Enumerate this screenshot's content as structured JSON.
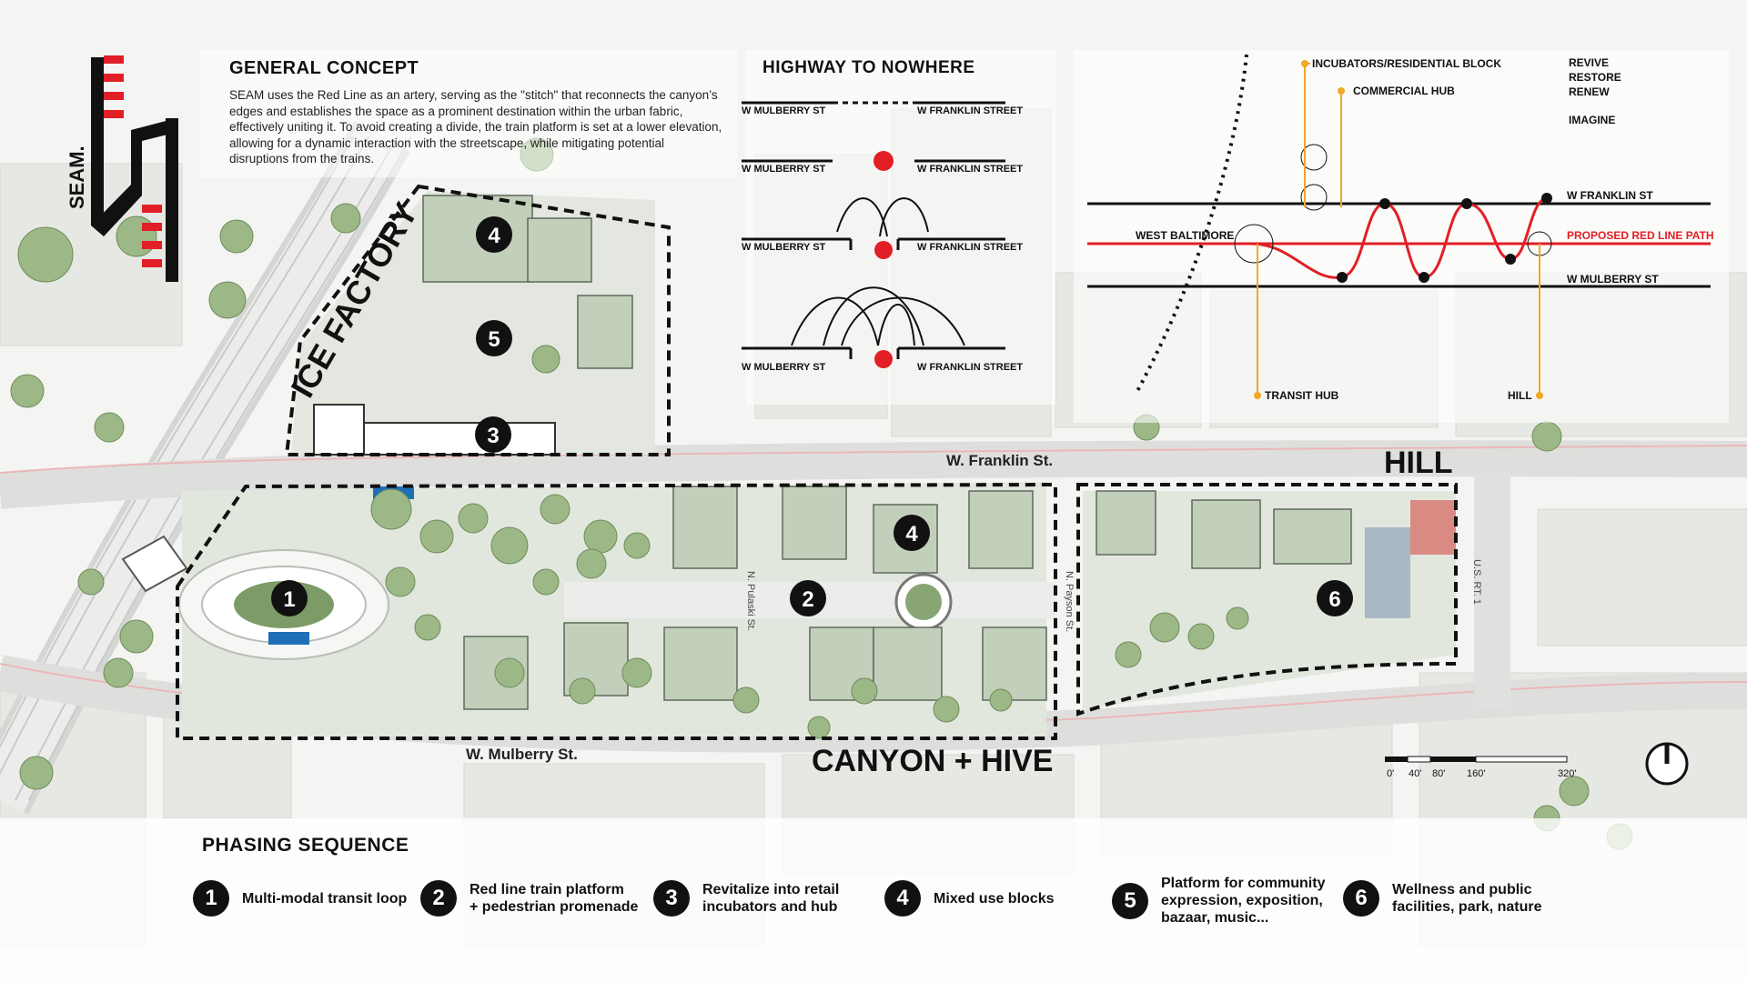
{
  "concept": {
    "title": "GENERAL CONCEPT",
    "text": "SEAM uses the Red Line as an artery, serving as the \"stitch\" that reconnects the canyon’s edges and establishes the space as a prominent destination within the urban fabric, effectively uniting it. To avoid creating a divide, the train platform is set at a lower elevation, allowing for a dynamic  interaction with the streetscape, while mitigating potential disruptions from the trains."
  },
  "logo": {
    "text": "SEAM."
  },
  "highway": {
    "title": "HIGHWAY TO NOWHERE",
    "left_street": "W MULBERRY ST",
    "right_street": "W FRANKLIN STREET"
  },
  "section": {
    "labels_top": [
      "INCUBATORS/RESIDENTIAL BLOCK",
      "COMMERCIAL HUB"
    ],
    "words": [
      "REVIVE",
      "RESTORE",
      "RENEW",
      "IMAGINE"
    ],
    "franklin": "W FRANKLIN ST",
    "mulberry": "W MULBERRY ST",
    "west_baltimore": "WEST BALTIMORE",
    "red_line": "PROPOSED RED LINE PATH",
    "transit_hub": "TRANSIT HUB",
    "hill": "HILL",
    "red_color": "#e21f26"
  },
  "map": {
    "ice_factory": "ICE FACTORY",
    "hill": "HILL",
    "canyon": "CANYON + HIVE",
    "franklin": "W. Franklin St.",
    "mulberry": "W. Mulberry St.",
    "pulaski": "N. Pulaski St.",
    "payson": "N. Payson St.",
    "rt1": "U.S. RT. 1",
    "markers": [
      "1",
      "2",
      "3",
      "4",
      "4",
      "5",
      "6"
    ],
    "scale": [
      "0'",
      "40'",
      "80'",
      "160'",
      "320'"
    ]
  },
  "phasing": {
    "title": "PHASING SEQUENCE",
    "items": [
      {
        "num": "1",
        "label": "Multi-modal transit loop"
      },
      {
        "num": "2",
        "label": "Red line train platform\n+ pedestrian promenade"
      },
      {
        "num": "3",
        "label": "Revitalize into retail\nincubators and hub"
      },
      {
        "num": "4",
        "label": "Mixed use blocks"
      },
      {
        "num": "5",
        "label": "Platform for community\nexpression, exposition,\nbazaar, music..."
      },
      {
        "num": "6",
        "label": "Wellness and public\nfacilities, park, nature"
      }
    ]
  }
}
